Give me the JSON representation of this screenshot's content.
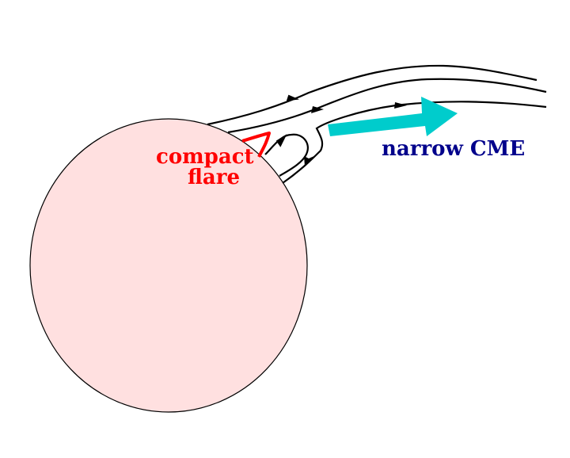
{
  "diagram": {
    "labels": {
      "flare_line1": "compact",
      "flare_line2": "flare",
      "cme": "narrow CME"
    },
    "colors": {
      "sun_fill": "#ffe0e0",
      "flare_text": "#ff0000",
      "flare_loop": "#ff0000",
      "cme_text": "#00008b",
      "cme_arrow": "#00cccc",
      "field_lines": "#000000"
    },
    "icons": {
      "cme_direction": "thick-arrow-icon",
      "field_direction": "arrowhead-icon"
    }
  }
}
